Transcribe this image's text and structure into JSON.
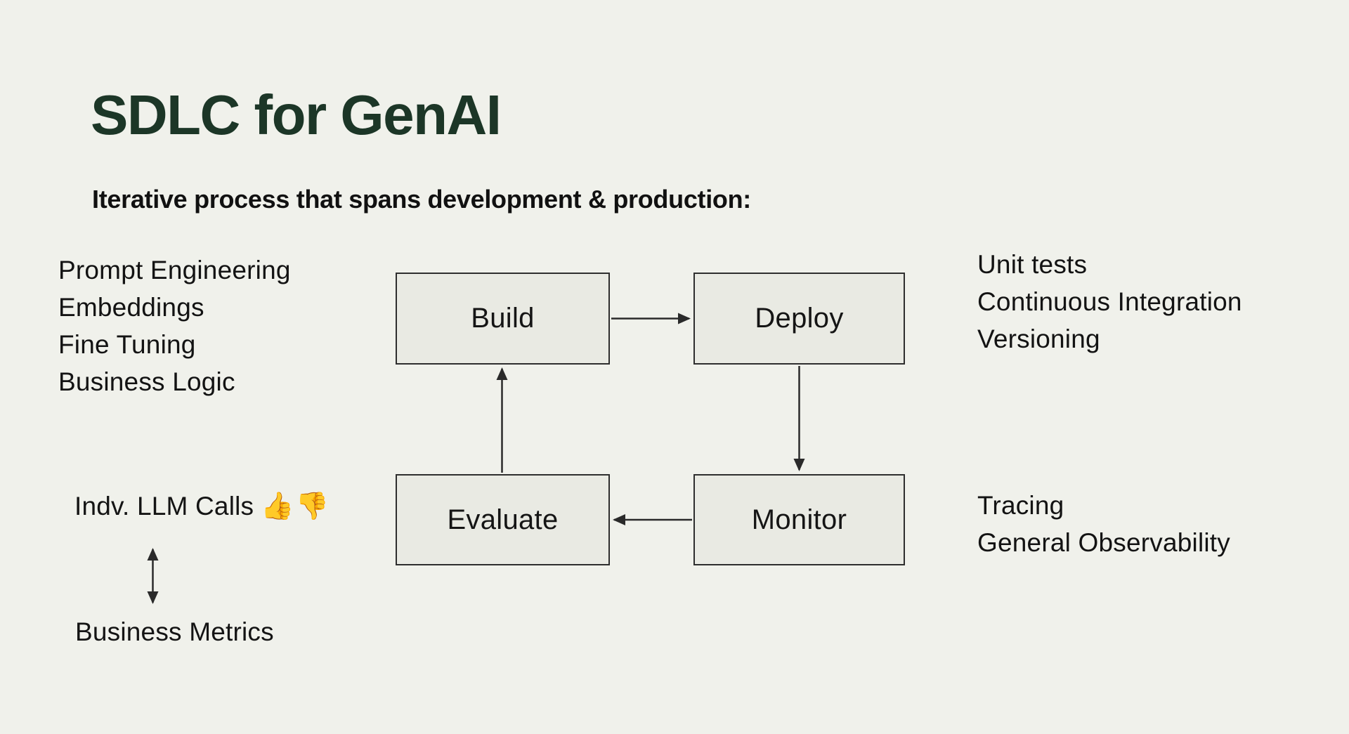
{
  "slide": {
    "title": "SDLC for GenAI",
    "subtitle": "Iterative process that spans development & production:"
  },
  "colors": {
    "background": "#f0f1eb",
    "title_text": "#1c3627",
    "body_text": "#131313",
    "node_fill": "#e9eae3",
    "node_border": "#2e2e2e",
    "arrow": "#2a2a2a"
  },
  "diagram": {
    "nodes": [
      {
        "id": "build",
        "label": "Build"
      },
      {
        "id": "deploy",
        "label": "Deploy"
      },
      {
        "id": "evaluate",
        "label": "Evaluate"
      },
      {
        "id": "monitor",
        "label": "Monitor"
      }
    ],
    "edges": [
      {
        "from": "build",
        "to": "deploy"
      },
      {
        "from": "deploy",
        "to": "monitor"
      },
      {
        "from": "monitor",
        "to": "evaluate"
      },
      {
        "from": "evaluate",
        "to": "build"
      }
    ]
  },
  "annotations": {
    "build_inputs": [
      "Prompt Engineering",
      "Embeddings",
      "Fine Tuning",
      "Business Logic"
    ],
    "deploy_practices": [
      "Unit tests",
      "Continuous Integration",
      "Versioning"
    ],
    "monitor_practices": [
      "Tracing",
      "General Observability"
    ],
    "evaluation": {
      "llm_calls_label": "Indv. LLM Calls",
      "thumbs_emoji": "👍👎",
      "business_metrics_label": "Business Metrics",
      "link": "bidirectional-arrow between Indv. LLM Calls and Business Metrics"
    }
  }
}
